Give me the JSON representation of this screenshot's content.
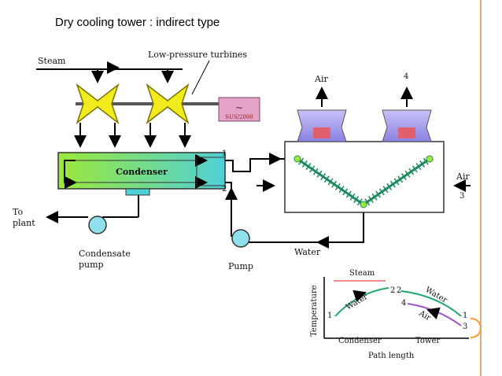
{
  "title": "Dry cooling tower : indirect type",
  "labels": {
    "steam": "Steam",
    "turbines": "Low-pressure turbines",
    "generator_symbol": "~",
    "generator_caption": "SUS/2000",
    "condenser": "Condenser",
    "to_plant_1": "To",
    "to_plant_2": "plant",
    "condensate_pump_1": "Condensate",
    "condensate_pump_2": "pump",
    "pump": "Pump",
    "water": "Water",
    "air_left": "Air",
    "air_right_top": "4",
    "air_right": "Air",
    "air_right_num": "3",
    "point_1": "1",
    "point_2": "2"
  },
  "graph": {
    "y_axis": "Temperature",
    "x_axis": "Path length",
    "steam": "Steam",
    "water_left": "Water",
    "water_right": "Water",
    "air": "Air",
    "condenser": "Condenser",
    "tower": "Tower",
    "p1_left": "1",
    "p2_left": "2",
    "p2_right": "2",
    "p4": "4",
    "p1_right": "1",
    "p3": "3"
  },
  "colors": {
    "turbine": "#f2ea1c",
    "condenser_left": "#9be83a",
    "condenser_right": "#4fd0d8",
    "pump": "#8fe0ec",
    "generator": "#e4a4c8",
    "tower_fan": "#a8a2ee",
    "tower_core": "#e06070",
    "coil": "#1c8a5c",
    "graph_steam": "#f08a8a",
    "graph_water": "#1fa86a",
    "graph_air": "#9a55cc",
    "accent": "#f29b3a"
  }
}
